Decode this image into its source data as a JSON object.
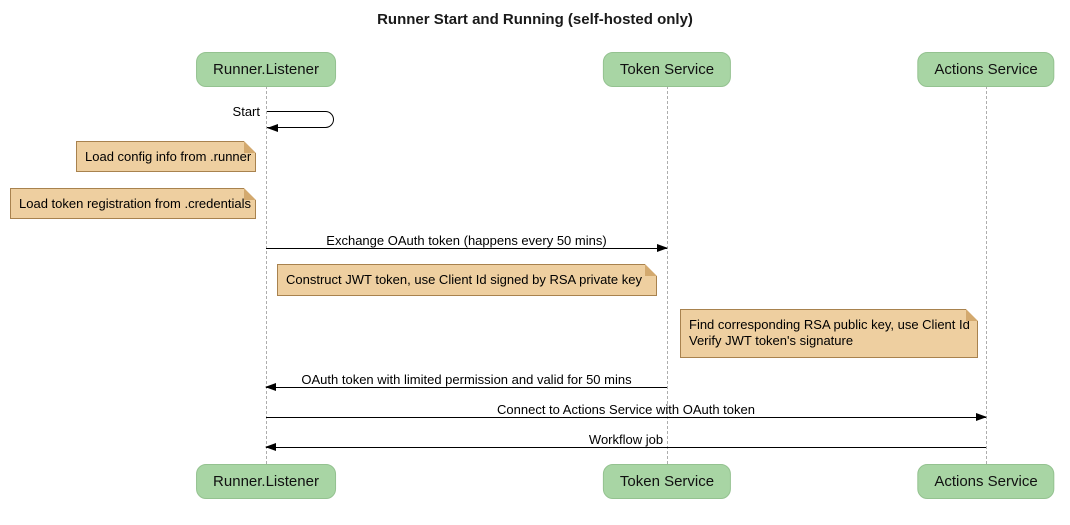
{
  "title": "Runner Start and Running (self-hosted only)",
  "participants": [
    {
      "name": "Runner.Listener"
    },
    {
      "name": "Token Service"
    },
    {
      "name": "Actions Service"
    }
  ],
  "messages": [
    {
      "from": "Runner.Listener",
      "to": "Runner.Listener",
      "type": "self",
      "label": "Start"
    },
    {
      "from": "Runner.Listener",
      "to": "Token Service",
      "type": "solid-arrow",
      "label": "Exchange OAuth token (happens every 50 mins)"
    },
    {
      "from": "Token Service",
      "to": "Runner.Listener",
      "type": "solid-arrow",
      "label": "OAuth token with limited permission and valid for 50 mins"
    },
    {
      "from": "Runner.Listener",
      "to": "Actions Service",
      "type": "solid-arrow",
      "label": "Connect to Actions Service with OAuth token"
    },
    {
      "from": "Actions Service",
      "to": "Runner.Listener",
      "type": "solid-arrow",
      "label": "Workflow job"
    }
  ],
  "notes": [
    {
      "position": "left of Runner.Listener",
      "label": "Load config info from .runner"
    },
    {
      "position": "left of Runner.Listener",
      "label": "Load token registration from .credentials"
    },
    {
      "position": "over Runner.Listener and Token Service",
      "label": "Construct JWT token, use Client Id signed by RSA private key"
    },
    {
      "position": "left of Actions Service",
      "lines": [
        "Find corresponding RSA public key, use Client Id",
        "Verify JWT token's signature"
      ]
    }
  ],
  "colors": {
    "background": "#ffffff",
    "participant_fill": "#a8d5a4",
    "participant_border": "#94c290",
    "note_fill": "#eecfa0",
    "note_border": "#a8824e",
    "lifeline": "#adadad",
    "arrow": "#000000",
    "text": "#000000"
  }
}
